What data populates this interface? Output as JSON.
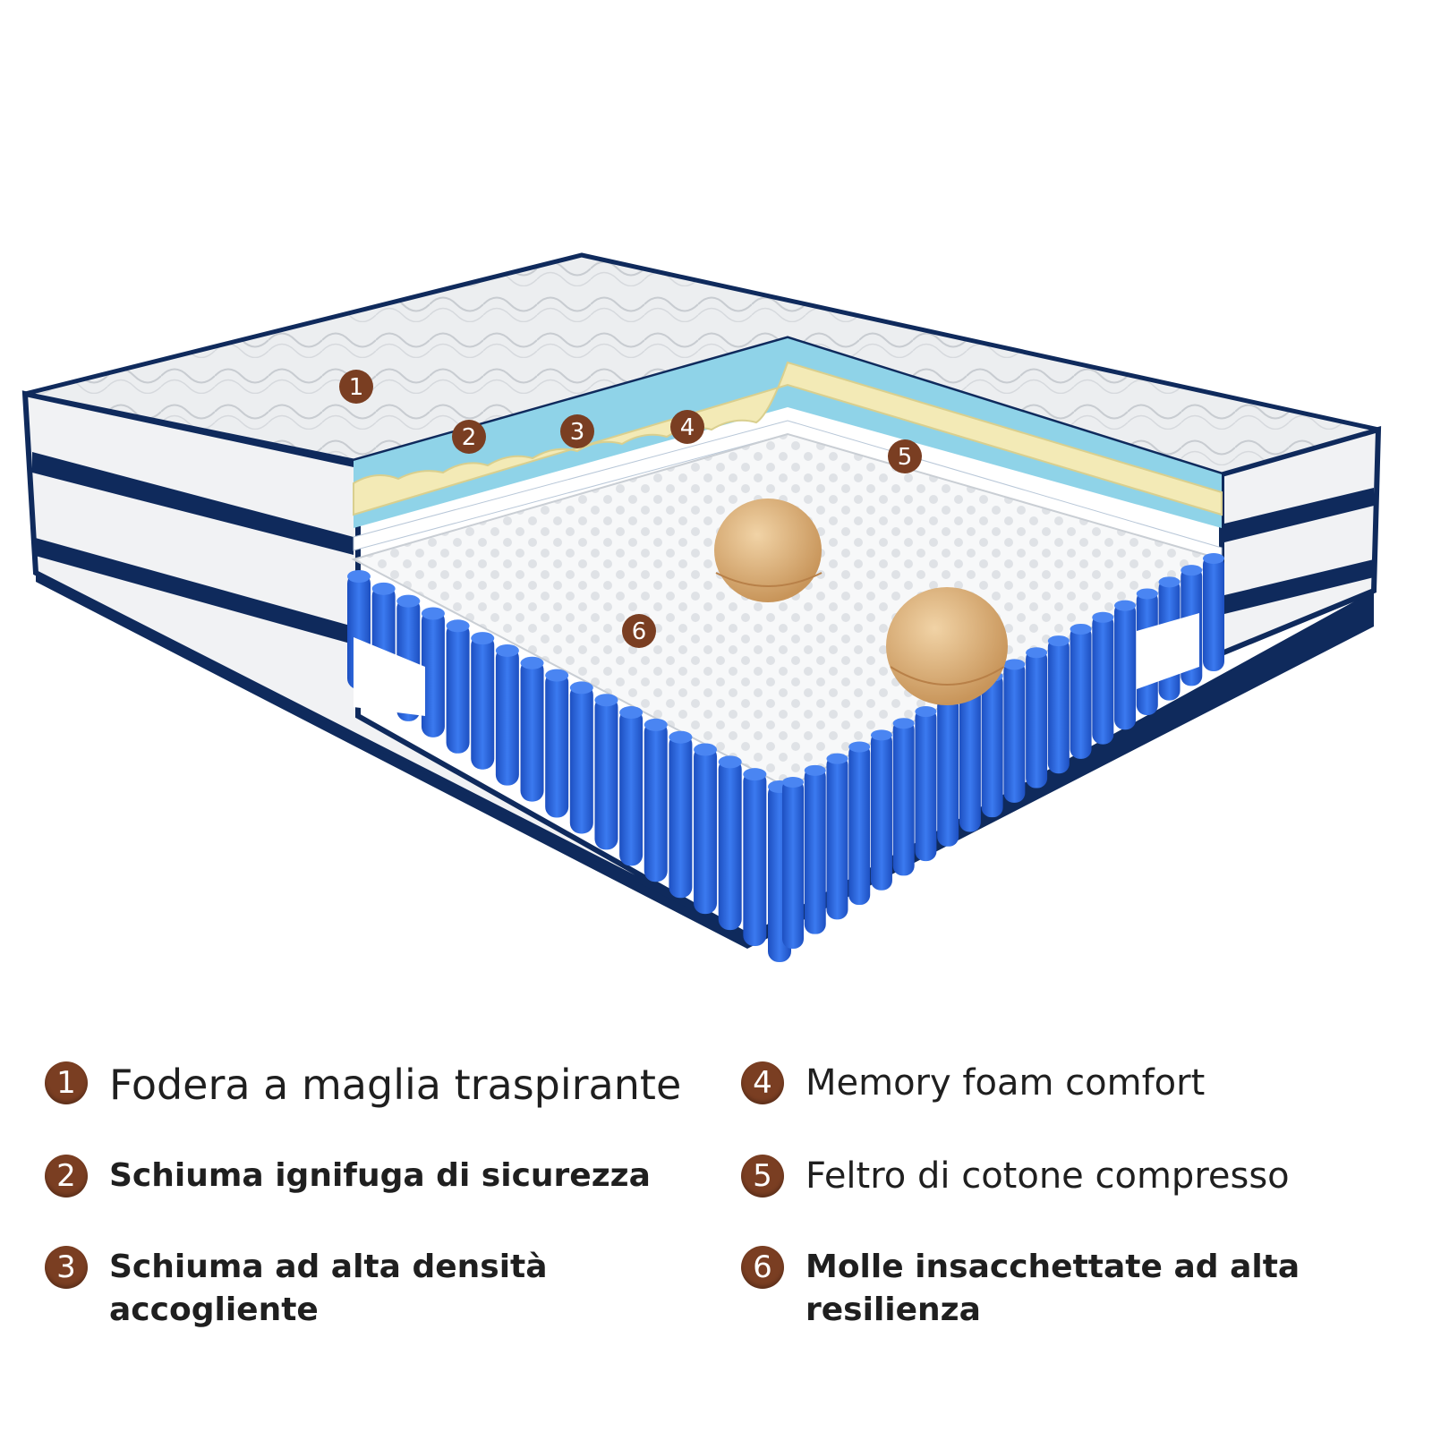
{
  "colors": {
    "badge": "#7a3e22",
    "navy": "#0f2a5c",
    "spring_blue": "#2b62d6",
    "cover_white": "#e9ecef",
    "yellow_foam": "#f3eab6",
    "light_blue_foam": "#8fd3e8",
    "ball": "#d9b07c"
  },
  "markers": [
    {
      "label": "1"
    },
    {
      "label": "2"
    },
    {
      "label": "3"
    },
    {
      "label": "4"
    },
    {
      "label": "5"
    },
    {
      "label": "6"
    }
  ],
  "legend": [
    {
      "number": "1",
      "lines": [
        "Fodera a maglia traspirante"
      ]
    },
    {
      "number": "2",
      "lines": [
        "Schiuma ignifuga di sicurezza"
      ]
    },
    {
      "number": "3",
      "lines": [
        "Schiuma ad alta densità",
        "accogliente"
      ]
    },
    {
      "number": "4",
      "lines": [
        "Memory foam comfort"
      ]
    },
    {
      "number": "5",
      "lines": [
        "Feltro di cotone compresso"
      ]
    },
    {
      "number": "6",
      "lines": [
        "Molle insacchettate ad alta",
        "resilienza"
      ]
    }
  ]
}
